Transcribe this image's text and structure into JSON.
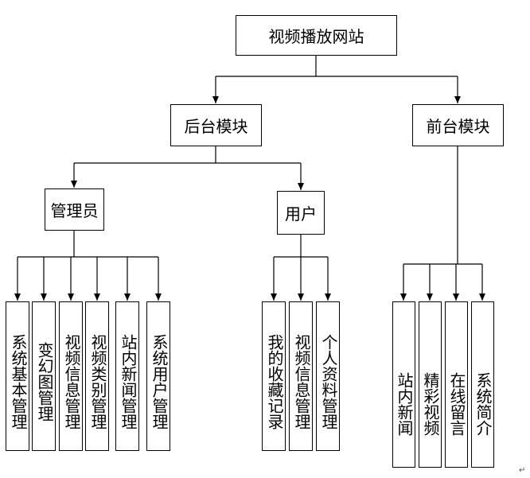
{
  "diagram": {
    "root": "视频播放网站",
    "backend": {
      "label": "后台模块",
      "admin": {
        "label": "管理员",
        "items": [
          "系统基本管理",
          "变幻图管理",
          "视频信息管理",
          "视频类别管理",
          "站内新闻管理",
          "系统用户管理"
        ]
      },
      "user": {
        "label": "用户",
        "items": [
          "我的收藏记录",
          "视频信息管理",
          "个人资料管理"
        ]
      }
    },
    "frontend": {
      "label": "前台模块",
      "items": [
        "站内新闻",
        "精彩视频",
        "在线留言",
        "系统简介"
      ]
    },
    "line_color": "#000000",
    "end_mark": "↵"
  }
}
